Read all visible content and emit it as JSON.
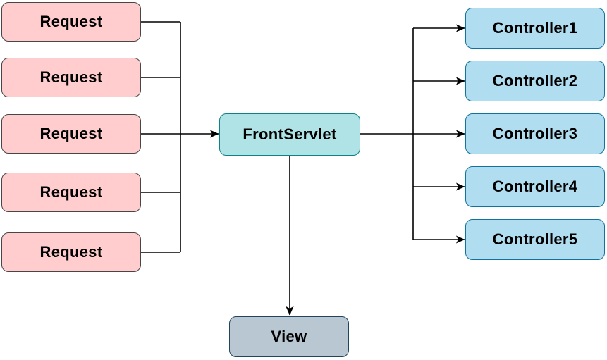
{
  "diagram": {
    "nodes": {
      "requests": [
        {
          "label": "Request"
        },
        {
          "label": "Request"
        },
        {
          "label": "Request"
        },
        {
          "label": "Request"
        },
        {
          "label": "Request"
        }
      ],
      "front_servlet": {
        "label": "FrontServlet"
      },
      "controllers": [
        {
          "label": "Controller1"
        },
        {
          "label": "Controller2"
        },
        {
          "label": "Controller3"
        },
        {
          "label": "Controller4"
        },
        {
          "label": "Controller5"
        }
      ],
      "view": {
        "label": "View"
      }
    },
    "edges": [
      {
        "from": "request-1",
        "to": "left-bus",
        "points": [
          [
            200,
            31
          ],
          [
            256,
            31
          ]
        ],
        "arrow": false
      },
      {
        "from": "request-2",
        "to": "left-bus",
        "points": [
          [
            200,
            110
          ],
          [
            256,
            110
          ]
        ],
        "arrow": false
      },
      {
        "from": "request-4",
        "to": "left-bus",
        "points": [
          [
            200,
            273
          ],
          [
            256,
            273
          ]
        ],
        "arrow": false
      },
      {
        "from": "request-5",
        "to": "left-bus",
        "points": [
          [
            200,
            358
          ],
          [
            256,
            358
          ]
        ],
        "arrow": false
      },
      {
        "from": "left-bus",
        "to": "left-bus",
        "points": [
          [
            256,
            31
          ],
          [
            256,
            358
          ]
        ],
        "arrow": false
      },
      {
        "from": "request-3",
        "to": "front-servlet",
        "points": [
          [
            200,
            190
          ],
          [
            310,
            190
          ]
        ],
        "arrow": true
      },
      {
        "from": "front-servlet",
        "to": "controller-3",
        "points": [
          [
            511,
            190
          ],
          [
            659,
            190
          ]
        ],
        "arrow": true
      },
      {
        "from": "right-bus",
        "to": "right-bus",
        "points": [
          [
            586,
            40
          ],
          [
            586,
            340
          ]
        ],
        "arrow": false
      },
      {
        "from": "right-bus",
        "to": "controller-1",
        "points": [
          [
            586,
            40
          ],
          [
            659,
            40
          ]
        ],
        "arrow": true
      },
      {
        "from": "right-bus",
        "to": "controller-2",
        "points": [
          [
            586,
            115
          ],
          [
            659,
            115
          ]
        ],
        "arrow": true
      },
      {
        "from": "right-bus",
        "to": "controller-4",
        "points": [
          [
            586,
            265
          ],
          [
            659,
            265
          ]
        ],
        "arrow": true
      },
      {
        "from": "right-bus",
        "to": "controller-5",
        "points": [
          [
            586,
            340
          ],
          [
            659,
            340
          ]
        ],
        "arrow": true
      },
      {
        "from": "front-servlet",
        "to": "view",
        "points": [
          [
            411,
            221
          ],
          [
            411,
            447
          ]
        ],
        "arrow": true
      }
    ],
    "colors": {
      "request_fill": "#FFCDCD",
      "request_stroke": "#464646",
      "servlet_fill": "#B0E3E6",
      "servlet_stroke": "#0E8088",
      "controller_fill": "#B1DDF0",
      "controller_stroke": "#10739E",
      "view_fill": "#B8C7D1",
      "view_stroke": "#23445D",
      "connector": "#000000"
    }
  }
}
